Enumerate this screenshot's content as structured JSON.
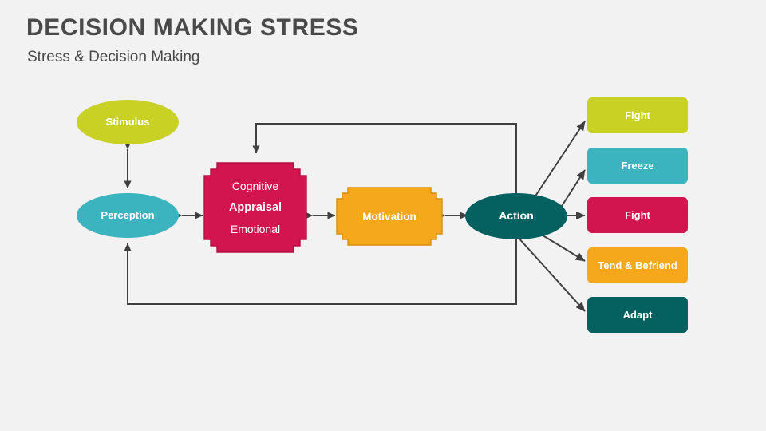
{
  "header": {
    "title": "DECISION MAKING STRESS",
    "subtitle": "Stress & Decision Making"
  },
  "colors": {
    "background": "#f2f2f2",
    "title_text": "#4a4a4a",
    "connector": "#404040",
    "yellow_green": "#c8d124",
    "cyan": "#3cb4c0",
    "crimson": "#d3154f",
    "orange": "#f5a81c",
    "dark_teal": "#056160",
    "white": "#ffffff"
  },
  "diagram": {
    "type": "flow-diagram",
    "nodes": [
      {
        "id": "stimulus",
        "label": "Stimulus",
        "shape": "ellipse",
        "color": "#c8d124"
      },
      {
        "id": "perception",
        "label": "Perception",
        "shape": "ellipse",
        "color": "#3cb4c0"
      },
      {
        "id": "appraisal",
        "shape": "notched-rect",
        "color": "#d3154f",
        "lines": [
          {
            "text": "Cognitive",
            "emphasis": "normal"
          },
          {
            "text": "Appraisal",
            "emphasis": "bold"
          },
          {
            "text": "Emotional",
            "emphasis": "normal"
          }
        ]
      },
      {
        "id": "motivation",
        "label": "Motivation",
        "shape": "notched-rect",
        "color": "#f5a81c"
      },
      {
        "id": "action",
        "label": "Action",
        "shape": "ellipse",
        "color": "#056160"
      }
    ],
    "outcomes": [
      {
        "id": "outcome-fight-1",
        "label": "Fight",
        "color": "#c8d124"
      },
      {
        "id": "outcome-freeze",
        "label": "Freeze",
        "color": "#3cb4c0"
      },
      {
        "id": "outcome-fight-2",
        "label": "Fight",
        "color": "#d3154f"
      },
      {
        "id": "outcome-tend-befriend",
        "label": "Tend & Befriend",
        "color": "#f5a81c"
      },
      {
        "id": "outcome-adapt",
        "label": "Adapt",
        "color": "#056160"
      }
    ],
    "connections": [
      {
        "from": "stimulus",
        "to": "perception",
        "style": "double-arrow"
      },
      {
        "from": "perception",
        "to": "appraisal",
        "style": "double-arrow"
      },
      {
        "from": "appraisal",
        "to": "motivation",
        "style": "double-arrow"
      },
      {
        "from": "motivation",
        "to": "action",
        "style": "double-arrow"
      },
      {
        "from": "action",
        "to": "appraisal",
        "style": "feedback-top"
      },
      {
        "from": "action",
        "to": "perception",
        "style": "feedback-bottom"
      },
      {
        "from": "action",
        "to": "outcome-fight-1",
        "style": "arrow"
      },
      {
        "from": "action",
        "to": "outcome-freeze",
        "style": "arrow"
      },
      {
        "from": "action",
        "to": "outcome-fight-2",
        "style": "arrow"
      },
      {
        "from": "action",
        "to": "outcome-tend-befriend",
        "style": "arrow"
      },
      {
        "from": "action",
        "to": "outcome-adapt",
        "style": "arrow"
      }
    ]
  }
}
